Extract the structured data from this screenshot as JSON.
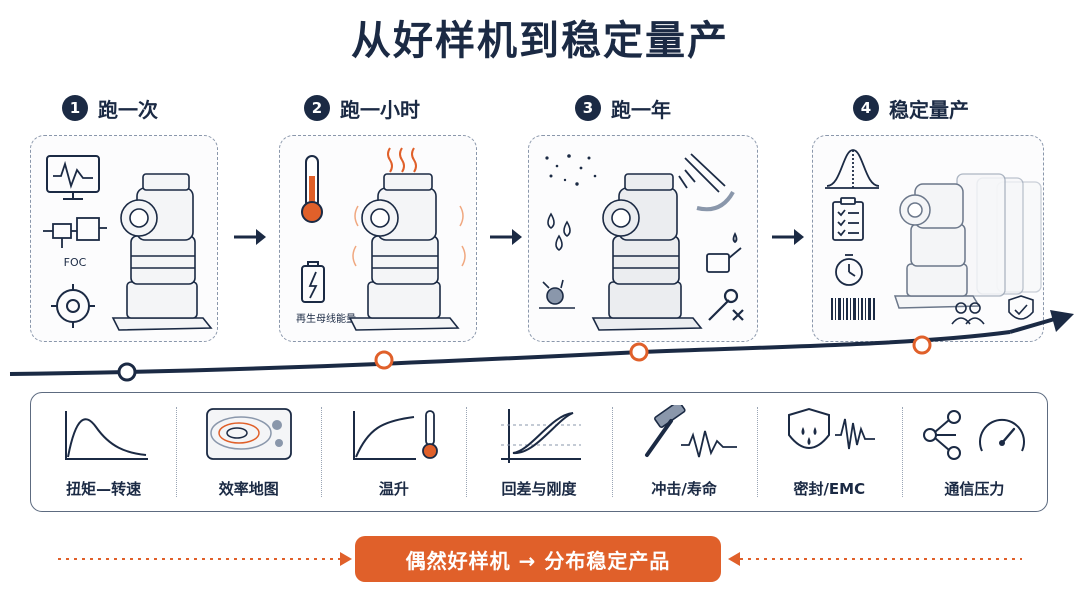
{
  "title": "从好样机到稳定量产",
  "steps": [
    {
      "num": "1",
      "label": "跑一次"
    },
    {
      "num": "2",
      "label": "跑一小时"
    },
    {
      "num": "3",
      "label": "跑一年"
    },
    {
      "num": "4",
      "label": "稳定量产"
    }
  ],
  "panel_labels": {
    "foc": "FOC",
    "regen": "再生母线能量"
  },
  "metrics": [
    {
      "label": "扭矩—转速",
      "icon": "torque-speed-curve-icon"
    },
    {
      "label": "效率地图",
      "icon": "efficiency-map-icon"
    },
    {
      "label": "温升",
      "icon": "temperature-rise-icon"
    },
    {
      "label": "回差与刚度",
      "icon": "hysteresis-loop-icon"
    },
    {
      "label": "冲击/寿命",
      "icon": "hammer-impact-icon"
    },
    {
      "label": "密封/EMC",
      "icon": "shield-seal-icon"
    },
    {
      "label": "通信压力",
      "icon": "network-gauge-icon"
    }
  ],
  "bottom_banner": "偶然好样机 → 分布稳定产品",
  "colors": {
    "navy": "#1b2a44",
    "accent": "#e0602a",
    "gray": "#8a97ab"
  }
}
